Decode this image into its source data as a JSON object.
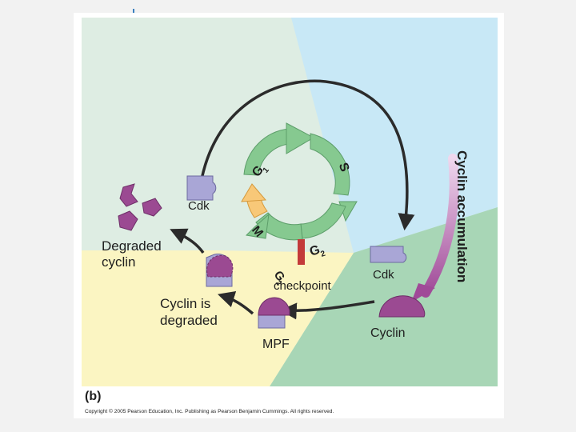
{
  "diagram": {
    "panel_label": "(b)",
    "phases": {
      "g1": "G",
      "g1_sub": "1",
      "s": "S",
      "g2": "G",
      "g2_sub": "2",
      "m": "M"
    },
    "checkpoint_letter": "G",
    "checkpoint_sub": "2",
    "checkpoint_label": "checkpoint",
    "labels": {
      "cdk_left": "Cdk",
      "degraded_cyclin_line1": "Degraded",
      "degraded_cyclin_line2": "cyclin",
      "cyclin_is_degraded_line1": "Cyclin is",
      "cyclin_is_degraded_line2": "degraded",
      "mpf": "MPF",
      "cdk_right": "Cdk",
      "cyclin": "Cyclin",
      "cyclin_accumulation": "Cyclin accumulation"
    },
    "copyright": "Copyright © 2005 Pearson Education, Inc. Publishing as Pearson Benjamin Cummings. All rights reserved."
  },
  "colors": {
    "region_green": "#deede3",
    "region_blue": "#c8e8f6",
    "region_mint": "#a8d6b6",
    "region_yellow": "#fbf5c2",
    "cycle_arrow": "#86c990",
    "m_arrow": "#f8c878",
    "checkpoint_bar": "#c33a3a",
    "cyclin_purple": "#9b4a92",
    "cdk_lavender": "#a9a6d6",
    "accumulation_arrow": "#a04a98"
  }
}
